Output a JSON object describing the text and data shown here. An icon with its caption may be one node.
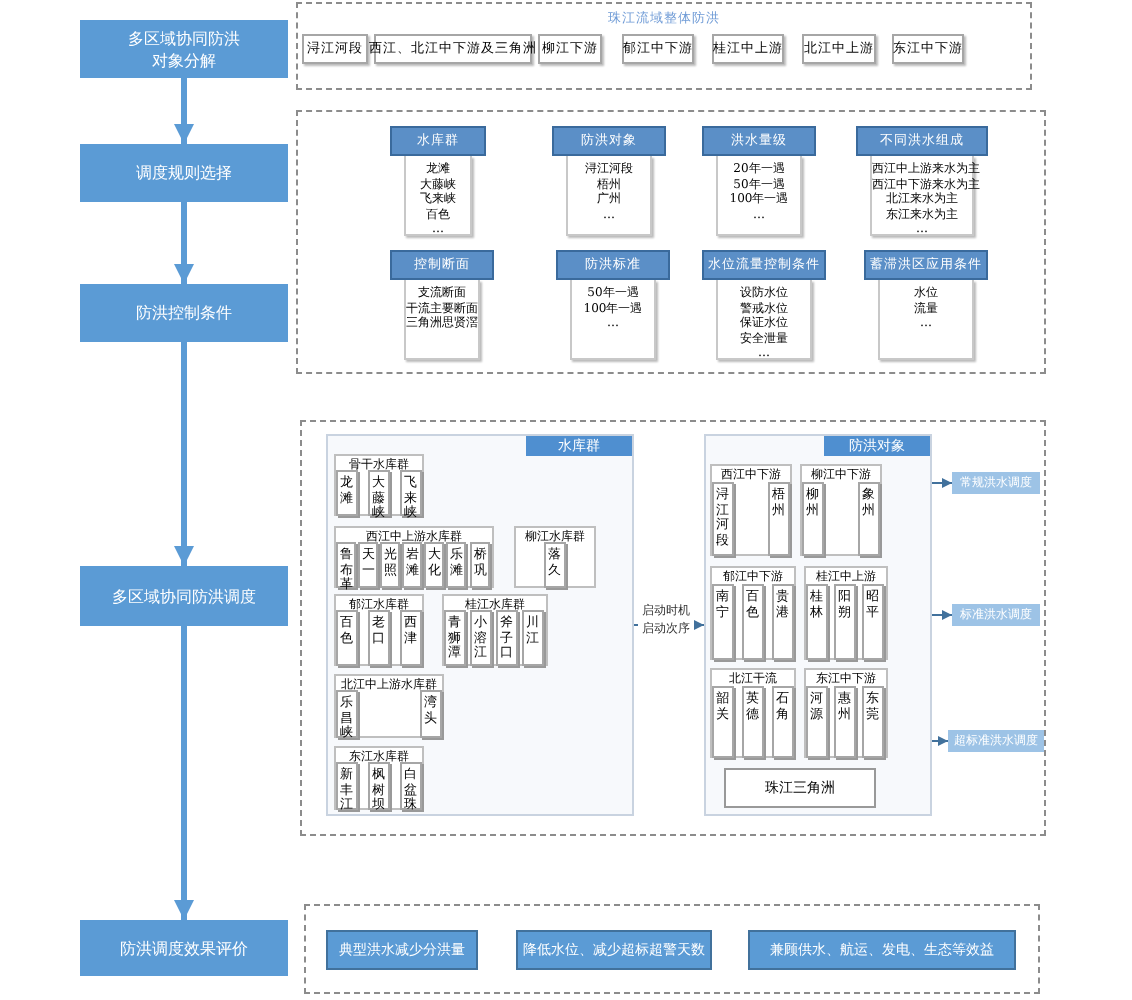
{
  "diagram": {
    "nodes": [
      {
        "text": [
          "多区域协同防洪对象分解"
        ]
      },
      {
        "text": [
          "珠江流域整体防洪"
        ]
      },
      {
        "text": [
          "浔江河段"
        ],
        "in": 1
      },
      {
        "text": [
          "西江、北江中下游及三角洲"
        ],
        "in": 1
      },
      {
        "text": [
          "柳江下游"
        ],
        "in": 1
      },
      {
        "text": [
          "郁江中下游"
        ],
        "in": 1
      },
      {
        "text": [
          "桂江中上游"
        ],
        "in": 1
      },
      {
        "text": [
          "北江中上游"
        ],
        "in": 1
      },
      {
        "text": [
          "东江中下游"
        ],
        "in": 1
      },
      {
        "text": [
          "调度规则选择"
        ]
      },
      {
        "text": [
          "防洪控制条件"
        ]
      },
      {
        "text": [],
        "shape": "box"
      },
      {
        "text": [
          "水库群",
          "龙滩",
          "大藤峡",
          "飞来峡",
          "百色",
          "…"
        ],
        "in": 11
      },
      {
        "text": [
          "防洪对象",
          "浔江河段",
          "梧州",
          "广州",
          "…"
        ],
        "in": 11
      },
      {
        "text": [
          "洪水量级",
          "20年一遇",
          "50年一遇",
          "100年一遇",
          "…"
        ],
        "in": 11
      },
      {
        "text": [
          "不同洪水组成",
          "西江中上游来水为主",
          "西江中下游来水为主",
          "北江来水为主",
          "东江来水为主",
          "…"
        ],
        "in": 11
      },
      {
        "text": [
          "控制断面",
          "支流断面",
          "干流主要断面",
          "三角洲思贤滘"
        ],
        "in": 11
      },
      {
        "text": [
          "防洪标准",
          "50年一遇",
          "100年一遇",
          "…"
        ],
        "in": 11
      },
      {
        "text": [
          "水位流量控制条件",
          "设防水位",
          "警戒水位",
          "保证水位",
          "安全泄量",
          "…"
        ],
        "in": 11
      },
      {
        "text": [
          "蓄滞洪区应用条件",
          "水位",
          "流量",
          "…"
        ],
        "in": 11
      },
      {
        "text": [
          "多区域协同防洪调度"
        ]
      },
      {
        "text": [],
        "shape": "box"
      },
      {
        "text": [
          "水库群"
        ],
        "in": 21
      },
      {
        "text": [
          "骨干水库群"
        ],
        "in": 22
      },
      {
        "text": [
          "龙滩"
        ],
        "in": 23
      },
      {
        "text": [
          "大藤峡"
        ],
        "in": 23
      },
      {
        "text": [
          "飞来峡"
        ],
        "in": 23
      },
      {
        "text": [
          "西江中上游水库群"
        ],
        "in": 22
      },
      {
        "text": [
          "鲁布革"
        ],
        "in": 27
      },
      {
        "text": [
          "天一"
        ],
        "in": 27
      },
      {
        "text": [
          "光照"
        ],
        "in": 27
      },
      {
        "text": [
          "岩滩"
        ],
        "in": 27
      },
      {
        "text": [
          "大化"
        ],
        "in": 27
      },
      {
        "text": [
          "乐滩"
        ],
        "in": 27
      },
      {
        "text": [
          "桥巩"
        ],
        "in": 27
      },
      {
        "text": [
          "柳江水库群"
        ],
        "in": 22
      },
      {
        "text": [
          "落久"
        ],
        "in": 35
      },
      {
        "text": [
          "郁江水库群"
        ],
        "in": 22
      },
      {
        "text": [
          "百色"
        ],
        "in": 37
      },
      {
        "text": [
          "老口"
        ],
        "in": 37
      },
      {
        "text": [
          "西津"
        ],
        "in": 37
      },
      {
        "text": [
          "桂江水库群"
        ],
        "in": 22
      },
      {
        "text": [
          "青狮潭"
        ],
        "in": 41
      },
      {
        "text": [
          "小溶江"
        ],
        "in": 41
      },
      {
        "text": [
          "斧子口"
        ],
        "in": 41
      },
      {
        "text": [
          "川江"
        ],
        "in": 41
      },
      {
        "text": [
          "北江中上游水库群"
        ],
        "in": 22
      },
      {
        "text": [
          "乐昌峡"
        ],
        "in": 46
      },
      {
        "text": [
          "湾头"
        ],
        "in": 46
      },
      {
        "text": [
          "东江水库群"
        ],
        "in": 22
      },
      {
        "text": [
          "新丰江"
        ],
        "in": 49
      },
      {
        "text": [
          "枫树坝"
        ],
        "in": 49
      },
      {
        "text": [
          "白盆珠"
        ],
        "in": 49
      },
      {
        "text": [
          "防洪对象"
        ],
        "in": 21
      },
      {
        "text": [
          "西江中下游"
        ],
        "in": 53
      },
      {
        "text": [
          "浔江河段"
        ],
        "in": 54
      },
      {
        "text": [
          "梧州"
        ],
        "in": 54
      },
      {
        "text": [
          "柳江中下游"
        ],
        "in": 53
      },
      {
        "text": [
          "柳州"
        ],
        "in": 57
      },
      {
        "text": [
          "象州"
        ],
        "in": 57
      },
      {
        "text": [
          "郁江中下游"
        ],
        "in": 53
      },
      {
        "text": [
          "南宁"
        ],
        "in": 60
      },
      {
        "text": [
          "百色"
        ],
        "in": 60
      },
      {
        "text": [
          "贵港"
        ],
        "in": 60
      },
      {
        "text": [
          "桂江中上游"
        ],
        "in": 53
      },
      {
        "text": [
          "桂林"
        ],
        "in": 64
      },
      {
        "text": [
          "阳朔"
        ],
        "in": 64
      },
      {
        "text": [
          "昭平"
        ],
        "in": 64
      },
      {
        "text": [
          "北江干流"
        ],
        "in": 53
      },
      {
        "text": [
          "韶关"
        ],
        "in": 68
      },
      {
        "text": [
          "英德"
        ],
        "in": 68
      },
      {
        "text": [
          "石角"
        ],
        "in": 68
      },
      {
        "text": [
          "东江中下游"
        ],
        "in": 53
      },
      {
        "text": [
          "河源"
        ],
        "in": 72
      },
      {
        "text": [
          "惠州"
        ],
        "in": 72
      },
      {
        "text": [
          "东莞"
        ],
        "in": 72
      },
      {
        "text": [
          "珠江三角洲"
        ],
        "in": 53
      },
      {
        "text": [
          "常规洪水调度"
        ],
        "in": 21
      },
      {
        "text": [
          "标准洪水调度"
        ],
        "in": 21
      },
      {
        "text": [
          "超标准洪水调度"
        ],
        "in": 21
      },
      {
        "text": [
          "防洪调度效果评价"
        ]
      },
      {
        "text": [],
        "shape": "box"
      },
      {
        "text": [
          "典型洪水减少分洪量"
        ],
        "in": 81
      },
      {
        "text": [
          "降低水位、减少超标超警天数"
        ],
        "in": 81
      },
      {
        "text": [
          "兼顾供水、航运、发电、生态等效益"
        ],
        "in": 81
      }
    ],
    "edges": [
      {
        "from": 0,
        "to": 9,
        "arrow": "to",
        "style": "thick"
      },
      {
        "from": 9,
        "to": 10,
        "arrow": "to",
        "style": "thick"
      },
      {
        "from": 10,
        "to": 20,
        "arrow": "to",
        "style": "thick"
      },
      {
        "from": 20,
        "to": 80,
        "arrow": "to",
        "style": "thick"
      },
      {
        "from": 22,
        "to": 53,
        "arrow": "to",
        "label": "启动时机启动次序"
      },
      {
        "from": 53,
        "to": 77,
        "arrow": "to"
      },
      {
        "from": 53,
        "to": 78,
        "arrow": "to"
      },
      {
        "from": 53,
        "to": 79,
        "arrow": "to"
      }
    ]
  }
}
